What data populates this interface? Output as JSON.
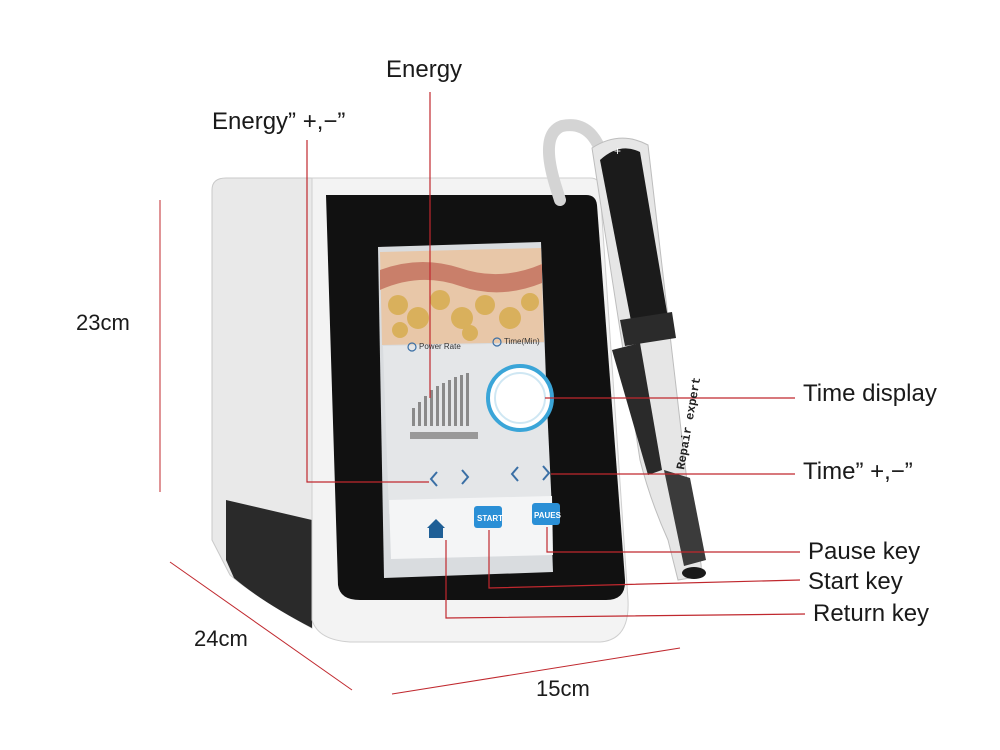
{
  "callouts": {
    "energy": "Energy",
    "energy_adjust": "Energy” +,−”",
    "time_display": "Time display",
    "time_adjust": "Time” +,−”",
    "pause_key": "Pause key",
    "start_key": "Start key",
    "return_key": "Return key"
  },
  "dimensions": {
    "height": "23cm",
    "depth": "24cm",
    "width": "15cm"
  },
  "screen": {
    "power_rate_label": "Power Rate",
    "time_label": "Time(Min)",
    "start_button": "START",
    "pause_button": "PAUES"
  },
  "handpiece": {
    "brand_text": "Repair expert",
    "plus_mark": "+"
  },
  "colors": {
    "callout_line": "#c0282e",
    "device_body": "#ededed",
    "bezel": "#111111",
    "button_blue": "#2a8fd6"
  }
}
